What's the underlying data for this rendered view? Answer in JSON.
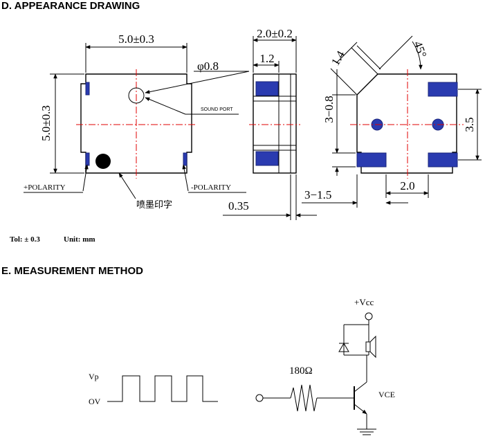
{
  "section_d_title": "D. APPEARANCE DRAWING",
  "section_e_title": "E. MEASUREMENT METHOD",
  "tolerance": {
    "tol_label": "Tol: ± 0.3",
    "unit_label": "Unit: mm"
  },
  "top_view": {
    "width_dim": "5.0±0.3",
    "height_dim": "5.0±0.3",
    "port_dim": "φ0.8",
    "sound_port_label": "SOUND PORT",
    "plus_polarity": "+POLARITY",
    "minus_polarity": "-POLARITY",
    "ink_mark_label": "喷墨印字"
  },
  "side_view": {
    "thickness_dim": "2.0±0.2",
    "inner_dim": "1.2",
    "bottom_dim": "0.35"
  },
  "bottom_view": {
    "dim_1_4": "1.4",
    "angle": "45°",
    "dim_3_08": "3−0.8",
    "dim_3_5": "3.5",
    "dim_3_15": "3−1.5",
    "dim_2_0": "2.0"
  },
  "waveform": {
    "vp_label": "Vp",
    "ov_label": "OV"
  },
  "circuit": {
    "vcc_label": "+Vcc",
    "resistor_label": "180Ω",
    "vce_label": "VCE"
  }
}
